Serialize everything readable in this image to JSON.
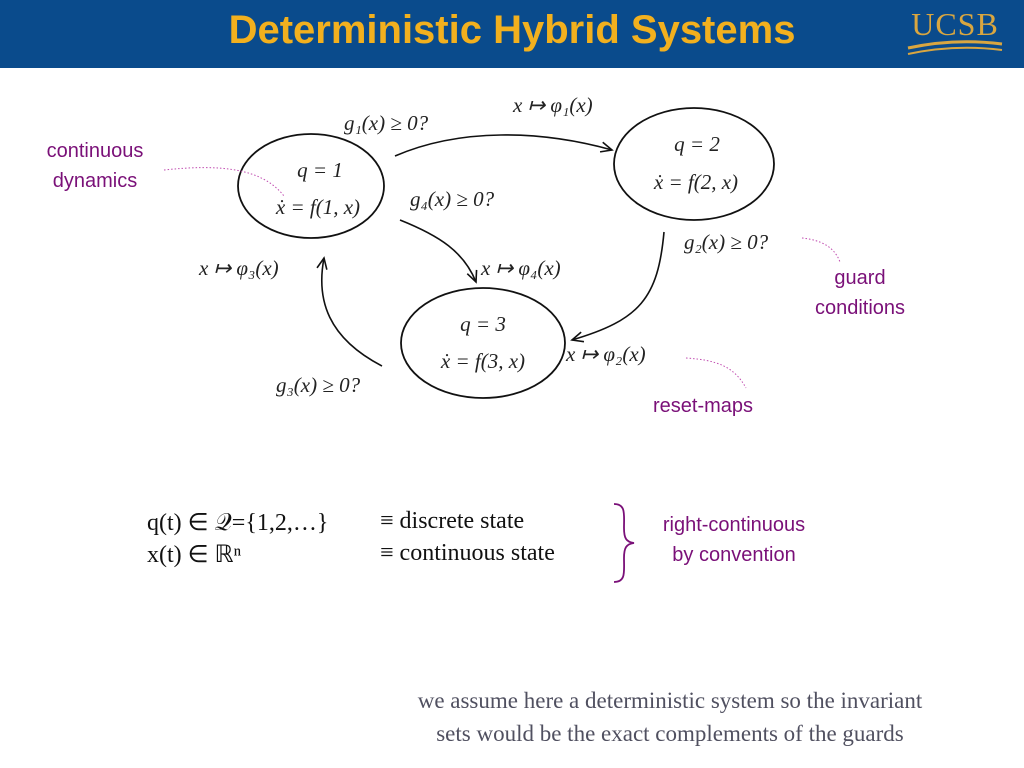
{
  "header": {
    "title": "Deterministic Hybrid Systems",
    "logo_text": "UCSB",
    "background": "#0a4b8c",
    "title_color": "#f2b01e"
  },
  "diagram": {
    "nodes": [
      {
        "mode": "q = 1",
        "dynamics": "ẋ = f(1, x)"
      },
      {
        "mode": "q = 2",
        "dynamics": "ẋ = f(2, x)"
      },
      {
        "mode": "q = 3",
        "dynamics": "ẋ = f(3, x)"
      }
    ],
    "edges": [
      {
        "guard": "g₁(x) ≥ 0?",
        "reset": "x ↦ φ₁(x)"
      },
      {
        "guard": "g₂(x) ≥ 0?",
        "reset": "x ↦ φ₂(x)"
      },
      {
        "guard": "g₃(x) ≥ 0?",
        "reset": "x ↦ φ₃(x)"
      },
      {
        "guard": "g₄(x) ≥ 0?",
        "reset": "x ↦ φ₄(x)"
      }
    ]
  },
  "annotations": {
    "continuous_dynamics": [
      "continuous",
      "dynamics"
    ],
    "guard_conditions": [
      "guard",
      "conditions"
    ],
    "reset_maps": "reset-maps",
    "right_continuous": [
      "right-continuous",
      "by convention"
    ],
    "color": "#7a1078"
  },
  "states": {
    "discrete_lhs": "q(t) ∈ 𝒬={1,2,…}",
    "discrete_rhs": "≡ discrete state",
    "continuous_lhs": "x(t) ∈ ℝⁿ",
    "continuous_rhs": "≡ continuous state"
  },
  "footer": {
    "line1": "we assume here a deterministic system so the invariant",
    "line2": "sets would be the exact complements of the guards"
  }
}
